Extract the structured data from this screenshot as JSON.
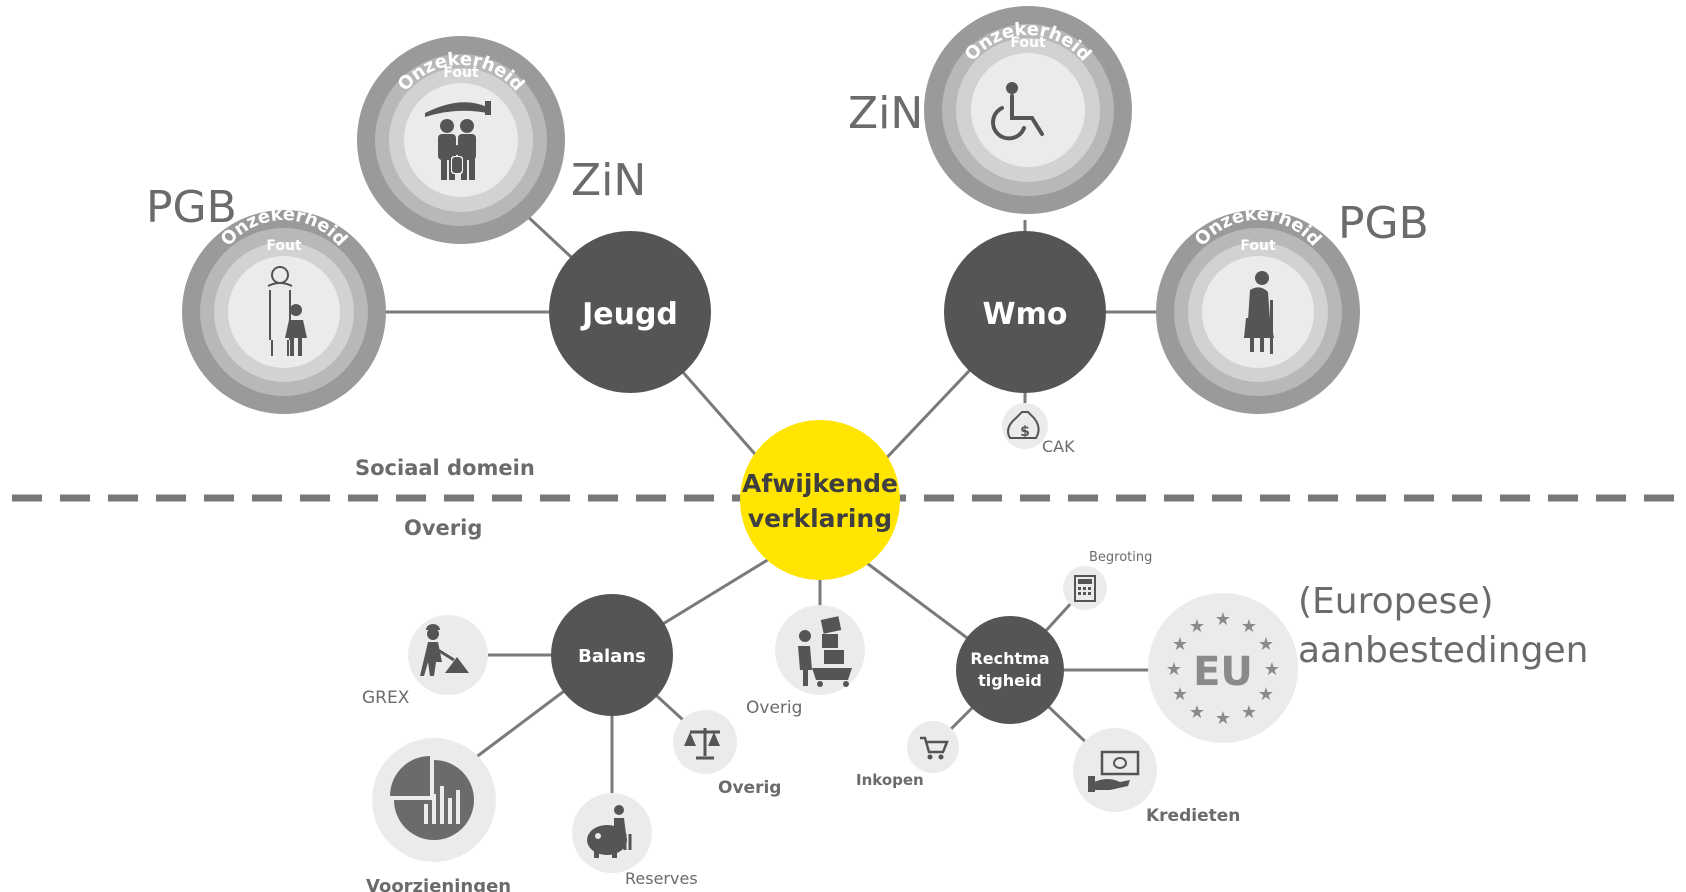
{
  "center": {
    "line1": "Afwijkende",
    "line2": "verklaring"
  },
  "regions": {
    "top": "Sociaal domein",
    "bottom": "Overig"
  },
  "ring_labels": {
    "outer": "Onzekerheid",
    "inner": "Fout"
  },
  "jeugd": {
    "label": "Jeugd",
    "zin": "ZiN",
    "pgb": "PGB"
  },
  "wmo": {
    "label": "Wmo",
    "zin": "ZiN",
    "pgb": "PGB",
    "cak": "CAK"
  },
  "balans": {
    "label": "Balans",
    "grex": "GREX",
    "voorzieningen": "Voorzieningen",
    "reserves": "Reserves",
    "overig": "Overig"
  },
  "overig_center": {
    "label": "Overig"
  },
  "rechtmatigheid": {
    "line1": "Rechtma",
    "line2": "tigheid",
    "begroting": "Begroting",
    "inkopen": "Inkopen",
    "kredieten": "Kredieten",
    "eu": "EU",
    "aanbesteding_line1": "(Europese)",
    "aanbesteding_line2": "aanbestedingen"
  },
  "colors": {
    "center_yellow": "#ffe500",
    "hub_dark": "#555555",
    "ring_outer": "#9a9a9a",
    "ring_mid": "#b8b8b8",
    "ring_inner": "#d2d2d2",
    "icon_bg": "#ebebeb",
    "line": "#7a7a7a",
    "text_gray": "#6b6b6b"
  }
}
